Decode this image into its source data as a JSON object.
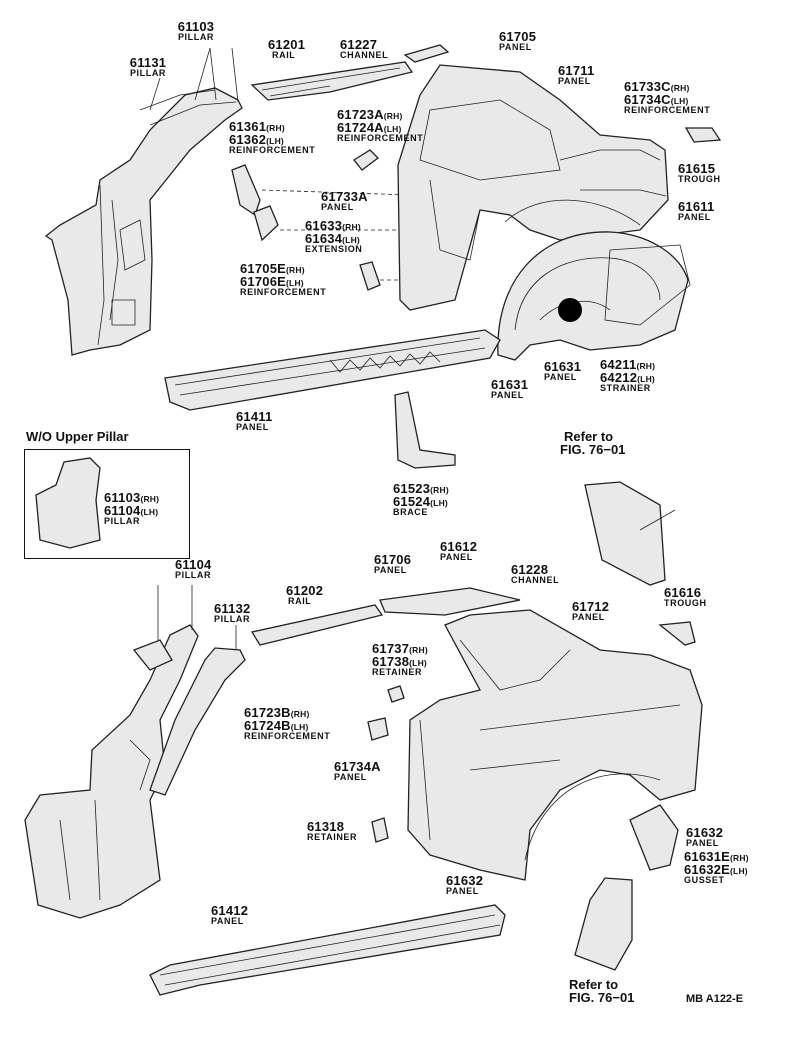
{
  "labels": {
    "p61103_num": "61103",
    "p61103_name": "PILLAR",
    "p61131_num": "61131",
    "p61131_name": "PILLAR",
    "p61201_num": "61201",
    "p61201_name": "RAIL",
    "p61227_num": "61227",
    "p61227_name": "CHANNEL",
    "p61705_num": "61705",
    "p61705_name": "PANEL",
    "p61711_num": "61711",
    "p61711_name": "PANEL",
    "p61733c_num": "61733C",
    "p61733c_suffix": "(RH)",
    "p61734c_num": "61734C",
    "p61734c_suffix": "(LH)",
    "p61734c_name": "REINFORCEMENT",
    "p61723a_num": "61723A",
    "p61723a_suffix": "(RH)",
    "p61724a_num": "61724A",
    "p61724a_suffix": "(LH)",
    "p61724a_name": "REINFORCEMENT",
    "p61361_num": "61361",
    "p61361_suffix": "(RH)",
    "p61362_num": "61362",
    "p61362_suffix": "(LH)",
    "p61362_name": "REINFORCEMENT",
    "p61615_num": "61615",
    "p61615_name": "TROUGH",
    "p61733a_num": "61733A",
    "p61733a_name": "PANEL",
    "p61611_num": "61611",
    "p61611_name": "PANEL",
    "p61633_num": "61633",
    "p61633_suffix": "(RH)",
    "p61634_num": "61634",
    "p61634_suffix": "(LH)",
    "p61634_name": "EXTENSION",
    "p61705e_num": "61705E",
    "p61705e_suffix": "(RH)",
    "p61706e_num": "61706E",
    "p61706e_suffix": "(LH)",
    "p61706e_name": "REINFORCEMENT",
    "p61631a_num": "61631",
    "p61631a_name": "PANEL",
    "p61631b_num": "61631",
    "p61631b_name": "PANEL",
    "p64211_num": "64211",
    "p64211_suffix": "(RH)",
    "p64212_num": "64212",
    "p64212_suffix": "(LH)",
    "p64212_name": "STRAINER",
    "p61411_num": "61411",
    "p61411_name": "PANEL",
    "inset_title": "W/O Upper Pillar",
    "p61103i_num": "61103",
    "p61103i_suffix": "(RH)",
    "p61104i_num": "61104",
    "p61104i_suffix": "(LH)",
    "p61104i_name": "PILLAR",
    "p61523_num": "61523",
    "p61523_suffix": "(RH)",
    "p61524_num": "61524",
    "p61524_suffix": "(LH)",
    "p61524_name": "BRACE",
    "ref1_line1": "Refer to",
    "ref1_line2": "FIG. 76−01",
    "p61104_num": "61104",
    "p61104_name": "PILLAR",
    "p61132_num": "61132",
    "p61132_name": "PILLAR",
    "p61202_num": "61202",
    "p61202_name": "RAIL",
    "p61706_num": "61706",
    "p61706_name": "PANEL",
    "p61612_num": "61612",
    "p61612_name": "PANEL",
    "p61228_num": "61228",
    "p61228_name": "CHANNEL",
    "p61712_num": "61712",
    "p61712_name": "PANEL",
    "p61616_num": "61616",
    "p61616_name": "TROUGH",
    "p61737_num": "61737",
    "p61737_suffix": "(RH)",
    "p61738_num": "61738",
    "p61738_suffix": "(LH)",
    "p61738_name": "RETAINER",
    "p61723b_num": "61723B",
    "p61723b_suffix": "(RH)",
    "p61724b_num": "61724B",
    "p61724b_suffix": "(LH)",
    "p61724b_name": "REINFORCEMENT",
    "p61734a_num": "61734A",
    "p61734a_name": "PANEL",
    "p61318_num": "61318",
    "p61318_name": "RETAINER",
    "p61632a_num": "61632",
    "p61632a_name": "PANEL",
    "p61631e_num": "61631E",
    "p61631e_suffix": "(RH)",
    "p61632e_num": "61632E",
    "p61632e_suffix": "(LH)",
    "p61632e_name": "GUSSET",
    "p61632b_num": "61632",
    "p61632b_name": "PANEL",
    "p61412_num": "61412",
    "p61412_name": "PANEL",
    "ref2_line1": "Refer to",
    "ref2_line2": "FIG. 76−01",
    "figure_code": "MB A122-E"
  }
}
